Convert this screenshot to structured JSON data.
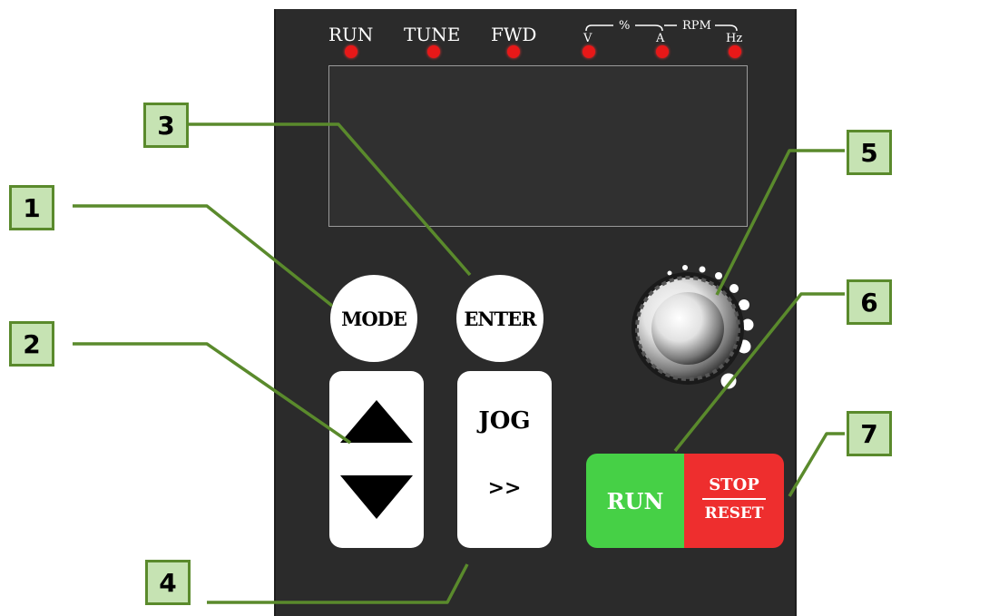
{
  "indicators": [
    {
      "label": "RUN"
    },
    {
      "label": "TUNE"
    },
    {
      "label": "FWD"
    },
    {
      "label": "V"
    },
    {
      "label": "A"
    },
    {
      "label": "Hz"
    }
  ],
  "unit_labels": {
    "percent": "%",
    "rpm": "RPM"
  },
  "buttons": {
    "mode": "MODE",
    "enter": "ENTER",
    "jog": "JOG",
    "shift": ">>",
    "run": "RUN",
    "stop": "STOP",
    "reset": "RESET"
  },
  "callouts": [
    "1",
    "2",
    "3",
    "4",
    "5",
    "6",
    "7"
  ],
  "colors": {
    "panel": "#2b2b2b",
    "led": "#e81818",
    "run_button": "#46d046",
    "stop_button": "#ee2e2e",
    "callout_fill": "#c6e3b3",
    "callout_border": "#5a8a2c",
    "leader_line": "#5a8a2c"
  }
}
